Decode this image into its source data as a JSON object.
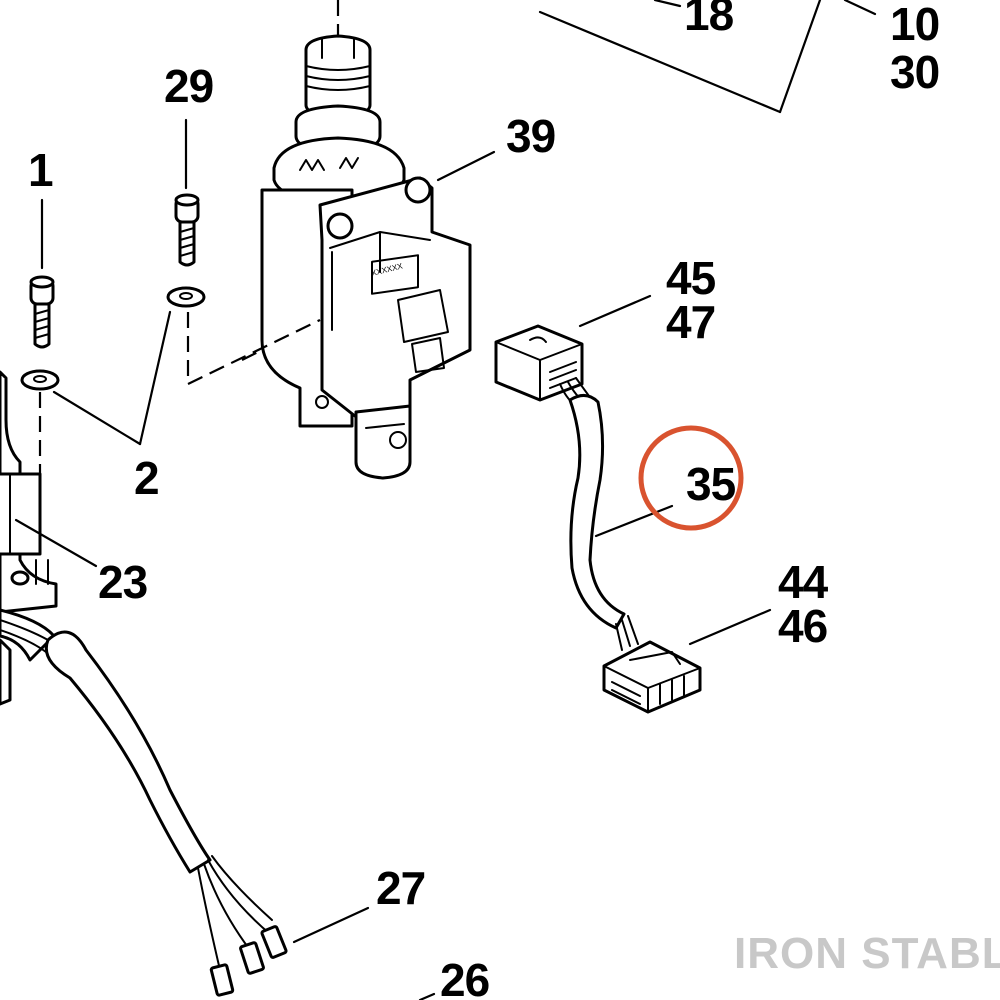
{
  "watermark": "IRON STABLE",
  "highlight": {
    "label": "35",
    "color": "#d9532f"
  },
  "callouts": {
    "c18": "18",
    "c10": "10",
    "c30": "30",
    "c29": "29",
    "c39": "39",
    "c1": "1",
    "c45": "45",
    "c47": "47",
    "c35": "35",
    "c2": "2",
    "c23": "23",
    "c44": "44",
    "c46": "46",
    "c27": "27",
    "c26": "26"
  }
}
